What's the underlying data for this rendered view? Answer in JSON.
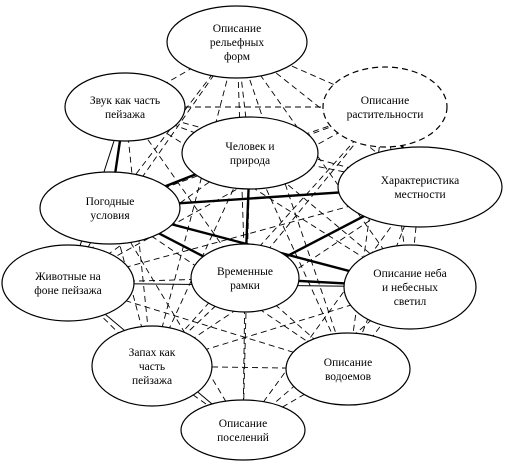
{
  "diagram": {
    "nodes": [
      {
        "id": "relief",
        "border": "solid",
        "lines": [
          "Описание",
          "рельефных",
          "форм"
        ]
      },
      {
        "id": "sound",
        "border": "solid",
        "lines": [
          "Звук как часть",
          "пейзажа"
        ]
      },
      {
        "id": "vegetation",
        "border": "dashed",
        "lines": [
          "Описание",
          "растительности"
        ]
      },
      {
        "id": "human",
        "border": "solid",
        "lines": [
          "Человек и",
          "природа"
        ]
      },
      {
        "id": "terrain",
        "border": "solid",
        "lines": [
          "Характеристика",
          "местности"
        ]
      },
      {
        "id": "weather",
        "border": "solid",
        "lines": [
          "Погодные",
          "условия"
        ]
      },
      {
        "id": "animals",
        "border": "solid",
        "lines": [
          "Животные на",
          "фоне пейзажа"
        ]
      },
      {
        "id": "time",
        "border": "solid",
        "lines": [
          "Временные",
          "рамки"
        ]
      },
      {
        "id": "sky",
        "border": "solid",
        "lines": [
          "Описание неба",
          "и небесных",
          "светил"
        ]
      },
      {
        "id": "smell",
        "border": "solid",
        "lines": [
          "Запах как",
          "часть",
          "пейзажа"
        ]
      },
      {
        "id": "water",
        "border": "solid",
        "lines": [
          "Описание",
          "водоемов"
        ]
      },
      {
        "id": "settlements",
        "border": "solid",
        "lines": [
          "Описание",
          "поселений"
        ]
      }
    ],
    "edges": [
      {
        "from": "relief",
        "to": "sound",
        "style": "dashed"
      },
      {
        "from": "relief",
        "to": "vegetation",
        "style": "dashed"
      },
      {
        "from": "relief",
        "to": "human",
        "style": "dashed"
      },
      {
        "from": "relief",
        "to": "terrain",
        "style": "dashed"
      },
      {
        "from": "relief",
        "to": "weather",
        "style": "dashed"
      },
      {
        "from": "relief",
        "to": "time",
        "style": "dashed"
      },
      {
        "from": "relief",
        "to": "sky",
        "style": "dashed"
      },
      {
        "from": "relief",
        "to": "smell",
        "style": "dashed"
      },
      {
        "from": "relief",
        "to": "water",
        "style": "dashed"
      },
      {
        "from": "relief",
        "to": "animals",
        "style": "dashed"
      },
      {
        "from": "sound",
        "to": "vegetation",
        "style": "dashed"
      },
      {
        "from": "sound",
        "to": "human",
        "style": "dashed"
      },
      {
        "from": "sound",
        "to": "weather",
        "style": "bold"
      },
      {
        "from": "sound",
        "to": "terrain",
        "style": "dashed"
      },
      {
        "from": "sound",
        "to": "time",
        "style": "dashed"
      },
      {
        "from": "sound",
        "to": "sky",
        "style": "dashed"
      },
      {
        "from": "sound",
        "to": "smell",
        "style": "dashed"
      },
      {
        "from": "sound",
        "to": "animals",
        "style": "solid"
      },
      {
        "from": "vegetation",
        "to": "human",
        "style": "dashed"
      },
      {
        "from": "vegetation",
        "to": "terrain",
        "style": "bold"
      },
      {
        "from": "vegetation",
        "to": "weather",
        "style": "dashed"
      },
      {
        "from": "vegetation",
        "to": "time",
        "style": "dashed"
      },
      {
        "from": "vegetation",
        "to": "sky",
        "style": "dashed"
      },
      {
        "from": "vegetation",
        "to": "water",
        "style": "dashed"
      },
      {
        "from": "vegetation",
        "to": "animals",
        "style": "dashed"
      },
      {
        "from": "human",
        "to": "weather",
        "style": "bold"
      },
      {
        "from": "human",
        "to": "time",
        "style": "bold"
      },
      {
        "from": "human",
        "to": "terrain",
        "style": "dashed"
      },
      {
        "from": "human",
        "to": "sky",
        "style": "dashed"
      },
      {
        "from": "human",
        "to": "animals",
        "style": "dashed"
      },
      {
        "from": "human",
        "to": "smell",
        "style": "dashed"
      },
      {
        "from": "human",
        "to": "water",
        "style": "dashed"
      },
      {
        "from": "human",
        "to": "settlements",
        "style": "dashed"
      },
      {
        "from": "weather",
        "to": "terrain",
        "style": "bold"
      },
      {
        "from": "weather",
        "to": "time",
        "style": "bold"
      },
      {
        "from": "weather",
        "to": "sky",
        "style": "bold"
      },
      {
        "from": "weather",
        "to": "water",
        "style": "dashed"
      },
      {
        "from": "weather",
        "to": "smell",
        "style": "dashed"
      },
      {
        "from": "weather",
        "to": "animals",
        "style": "dashed"
      },
      {
        "from": "weather",
        "to": "settlements",
        "style": "dashed"
      },
      {
        "from": "terrain",
        "to": "time",
        "style": "bold"
      },
      {
        "from": "terrain",
        "to": "sky",
        "style": "dashed"
      },
      {
        "from": "terrain",
        "to": "smell",
        "style": "dashed"
      },
      {
        "from": "terrain",
        "to": "water",
        "style": "dashed"
      },
      {
        "from": "terrain",
        "to": "animals",
        "style": "dashed"
      },
      {
        "from": "terrain",
        "to": "settlements",
        "style": "dashed"
      },
      {
        "from": "time",
        "to": "sky",
        "style": "bold"
      },
      {
        "from": "time",
        "to": "animals",
        "style": "dashed"
      },
      {
        "from": "time",
        "to": "smell",
        "style": "dashed"
      },
      {
        "from": "time",
        "to": "water",
        "style": "dashed"
      },
      {
        "from": "time",
        "to": "settlements",
        "style": "dashed"
      },
      {
        "from": "animals",
        "to": "sky",
        "style": "solid"
      },
      {
        "from": "animals",
        "to": "smell",
        "style": "dashed"
      },
      {
        "from": "animals",
        "to": "settlements",
        "style": "solid"
      },
      {
        "from": "animals",
        "to": "water",
        "style": "dashed"
      },
      {
        "from": "sky",
        "to": "smell",
        "style": "dashed"
      },
      {
        "from": "sky",
        "to": "water",
        "style": "dashed"
      },
      {
        "from": "sky",
        "to": "settlements",
        "style": "dashed"
      },
      {
        "from": "smell",
        "to": "water",
        "style": "dashed"
      },
      {
        "from": "smell",
        "to": "settlements",
        "style": "dashed"
      },
      {
        "from": "water",
        "to": "settlements",
        "style": "dashed"
      },
      {
        "from": "smell",
        "to": "vegetation",
        "style": "dashed"
      }
    ]
  }
}
